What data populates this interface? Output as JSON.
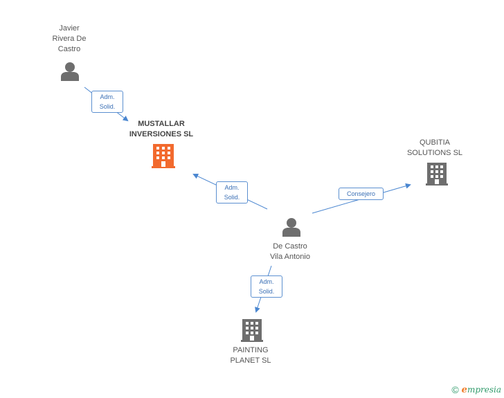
{
  "colors": {
    "edge": "#4a86d0",
    "person": "#6e6e6e",
    "company": "#6e6e6e",
    "company_main": "#f26a2e",
    "brand_green": "#2f9a6a",
    "brand_orange": "#f07b26"
  },
  "nodes": {
    "javier": {
      "label": "Javier\nRivera De\nCastro",
      "icon": "person-icon"
    },
    "mustallar": {
      "label": "MUSTALLAR\nINVERSIONES SL",
      "icon": "building-icon"
    },
    "qubitia": {
      "label": "QUBITIA\nSOLUTIONS SL",
      "icon": "building-icon"
    },
    "decastro": {
      "label": "De Castro\nVila Antonio",
      "icon": "person-icon"
    },
    "painting": {
      "label": "PAINTING\nPLANET SL",
      "icon": "building-icon"
    }
  },
  "edges": {
    "javier_mustallar": "Adm.\nSolid.",
    "decastro_mustallar": "Adm.\nSolid.",
    "decastro_qubitia": "Consejero",
    "decastro_painting": "Adm.\nSolid."
  },
  "footer": {
    "copyright": "©",
    "brand_initial": "e",
    "brand_rest": "mpresia"
  }
}
